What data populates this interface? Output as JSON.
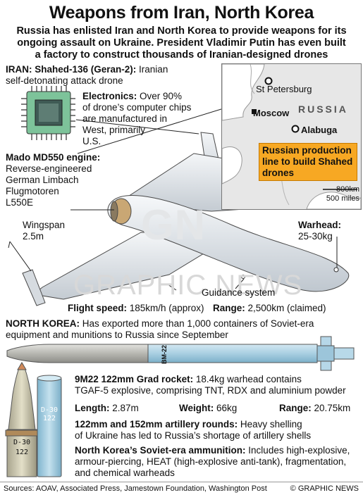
{
  "title": "Weapons from Iran, North Korea",
  "subtitle": {
    "line1": "Russia has enlisted Iran and North Korea to provide weapons for its",
    "line2": "ongoing assault on Ukraine. President Vladimir Putin has even built",
    "line3": "a factory to construct thousands of Iranian-designed drones"
  },
  "iran": {
    "heading": "IRAN: Shahed-136 (Geran-2):",
    "heading_rest": " Iranian",
    "desc": "self-detonating attack drone"
  },
  "electronics": {
    "label": "Electronics:",
    "l1": " Over 90%",
    "l2": "of drone’s computer chips",
    "l3": "are manufactured in",
    "l4": "West, primarily",
    "l5": "U.S."
  },
  "engine": {
    "label": "Mado MD550 engine:",
    "l1": "Reverse-engineered",
    "l2": "German Limbach",
    "l3": "Flugmotoren",
    "l4": "L550E"
  },
  "wingspan": {
    "label": "Wingspan",
    "value": "2.5m"
  },
  "warhead": {
    "label": "Warhead:",
    "value": "25-30kg"
  },
  "guidance": "Guidance system",
  "flight_speed": {
    "label": "Flight speed:",
    "value": " 185km/h (approx)"
  },
  "range": {
    "label": "Range:",
    "value": " 2,500km (claimed)"
  },
  "map": {
    "st_petersburg": "St Petersburg",
    "moscow": "Moscow",
    "alabuga": "Alabuga",
    "russia": "RUSSIA",
    "production": "Russian production line to build Shahed drones",
    "scale_km": "800km",
    "scale_miles": "500 miles"
  },
  "north_korea": {
    "label": "NORTH KOREA:",
    "l1": " Has exported more than 1,000 containers of Soviet-era",
    "l2": "equipment and munitions to Russia since September"
  },
  "rocket": {
    "marking": "BM-22",
    "label": "9M22 122mm Grad rocket:",
    "l1": " 18.4kg warhead contains",
    "l2": "TGAF-5 explosive, comprising TNT, RDX and aluminium powder",
    "length_label": "Length:",
    "length": " 2.87m",
    "weight_label": "Weight:",
    "weight": " 66kg",
    "range_label": "Range:",
    "range": " 20.75km"
  },
  "shell": {
    "marking1": "D-30",
    "marking2": "122"
  },
  "case": {
    "marking1": "D-30",
    "marking2": "122"
  },
  "artillery": {
    "label": "122mm and 152mm artillery rounds:",
    "l1": " Heavy shelling",
    "l2": "of Ukraine has led to Russia’s shortage of artillery shells"
  },
  "ammo": {
    "label": "North Korea’s Soviet-era ammunition:",
    "l1": " Includes high-explosive,",
    "l2": "armour-piercing, HEAT (high-explosive anti-tank), fragmentation,",
    "l3": "and chemical warheads"
  },
  "watermark": {
    "gn": "GN",
    "text": "GRAPHIC NEWS"
  },
  "footer": {
    "sources": "Sources: AOAV, Associated Press, Jamestown Foundation, Washington Post",
    "credit": "© GRAPHIC NEWS"
  },
  "colors": {
    "accent_orange": "#f7a823",
    "rocket_blue": "#a9cfe2",
    "chip_green": "#7dc39a"
  }
}
